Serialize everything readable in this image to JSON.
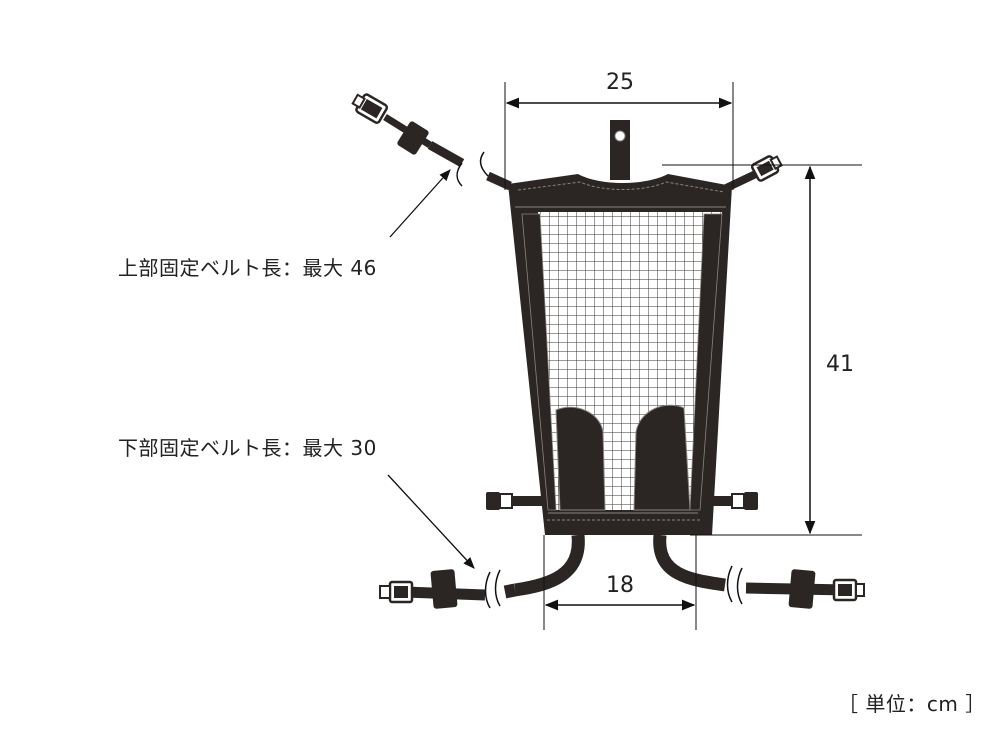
{
  "dimensions": {
    "top_width": "25",
    "height": "41",
    "bottom_width": "18"
  },
  "annotations": {
    "upper_belt": "上部固定ベルト長：最大 46",
    "lower_belt": "下部固定ベルト長：最大 30"
  },
  "unit_note": "［ 単位：cm ］",
  "colors": {
    "fabric": "#2b2624",
    "stitch": "#8a8480",
    "mesh_bg": "#ffffff",
    "mesh_line": "#3a3532"
  }
}
